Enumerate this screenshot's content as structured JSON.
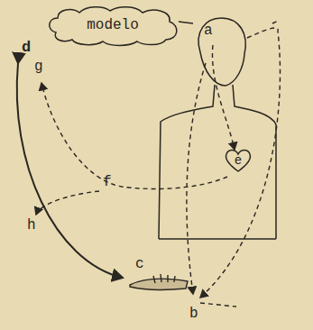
{
  "diagram": {
    "nodes": [
      {
        "text": [
          "modelo"
        ]
      },
      {
        "text": [
          "e"
        ]
      }
    ],
    "labels": [
      "a",
      "d",
      "g",
      "f",
      "h",
      "c",
      "b"
    ]
  }
}
